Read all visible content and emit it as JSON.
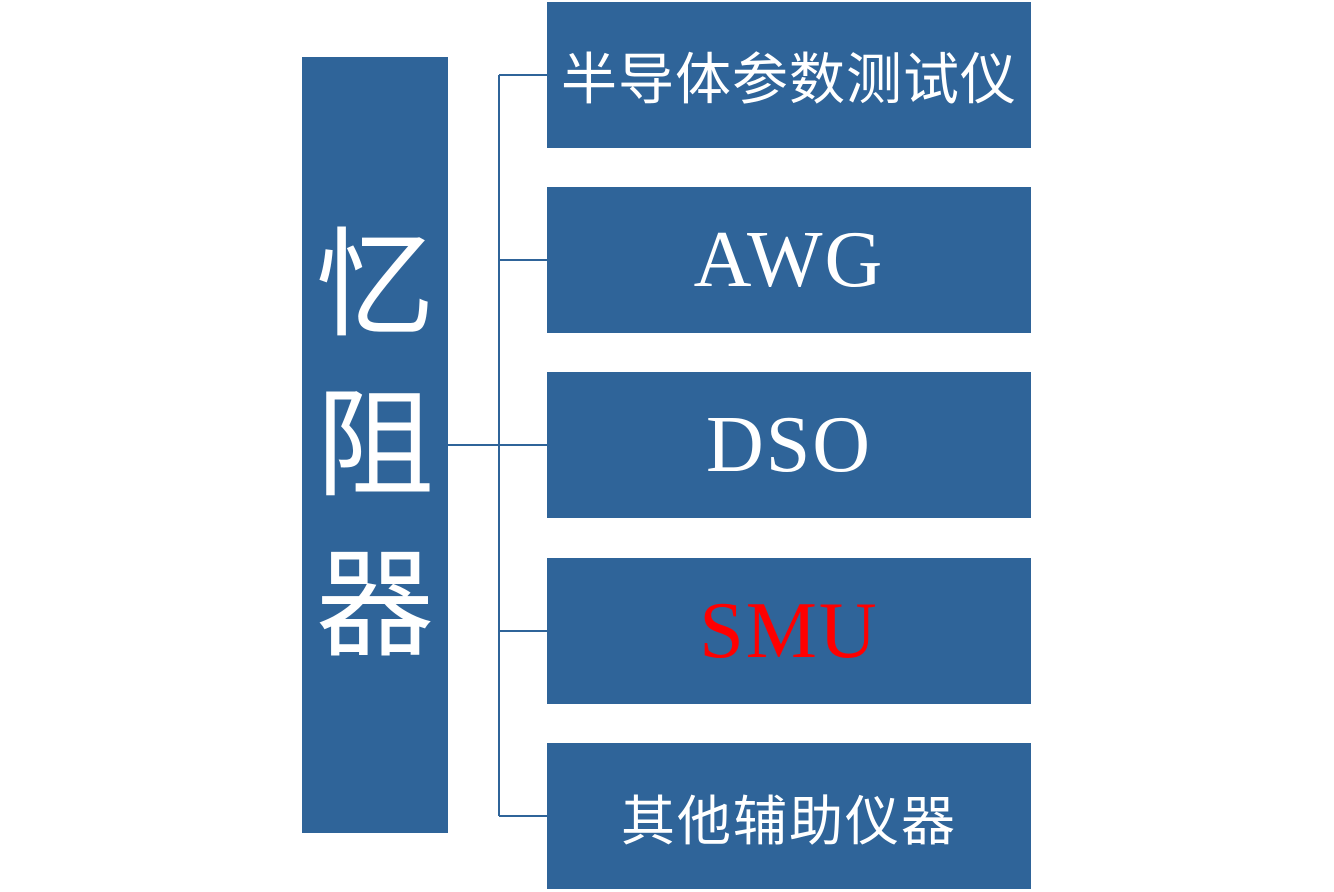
{
  "diagram": {
    "root": {
      "chars": [
        "忆",
        "阻",
        "器"
      ]
    },
    "children": [
      {
        "label": "半导体参数测试仪",
        "color": "#ffffff"
      },
      {
        "label": "AWG",
        "color": "#ffffff"
      },
      {
        "label": "DSO",
        "color": "#ffffff"
      },
      {
        "label": "SMU",
        "color": "#ff0000"
      },
      {
        "label": "其他辅助仪器",
        "color": "#ffffff"
      }
    ],
    "colors": {
      "box_fill": "#2f6499",
      "connector": "#2f6499",
      "text": "#ffffff",
      "highlight_text": "#ff0000"
    }
  }
}
